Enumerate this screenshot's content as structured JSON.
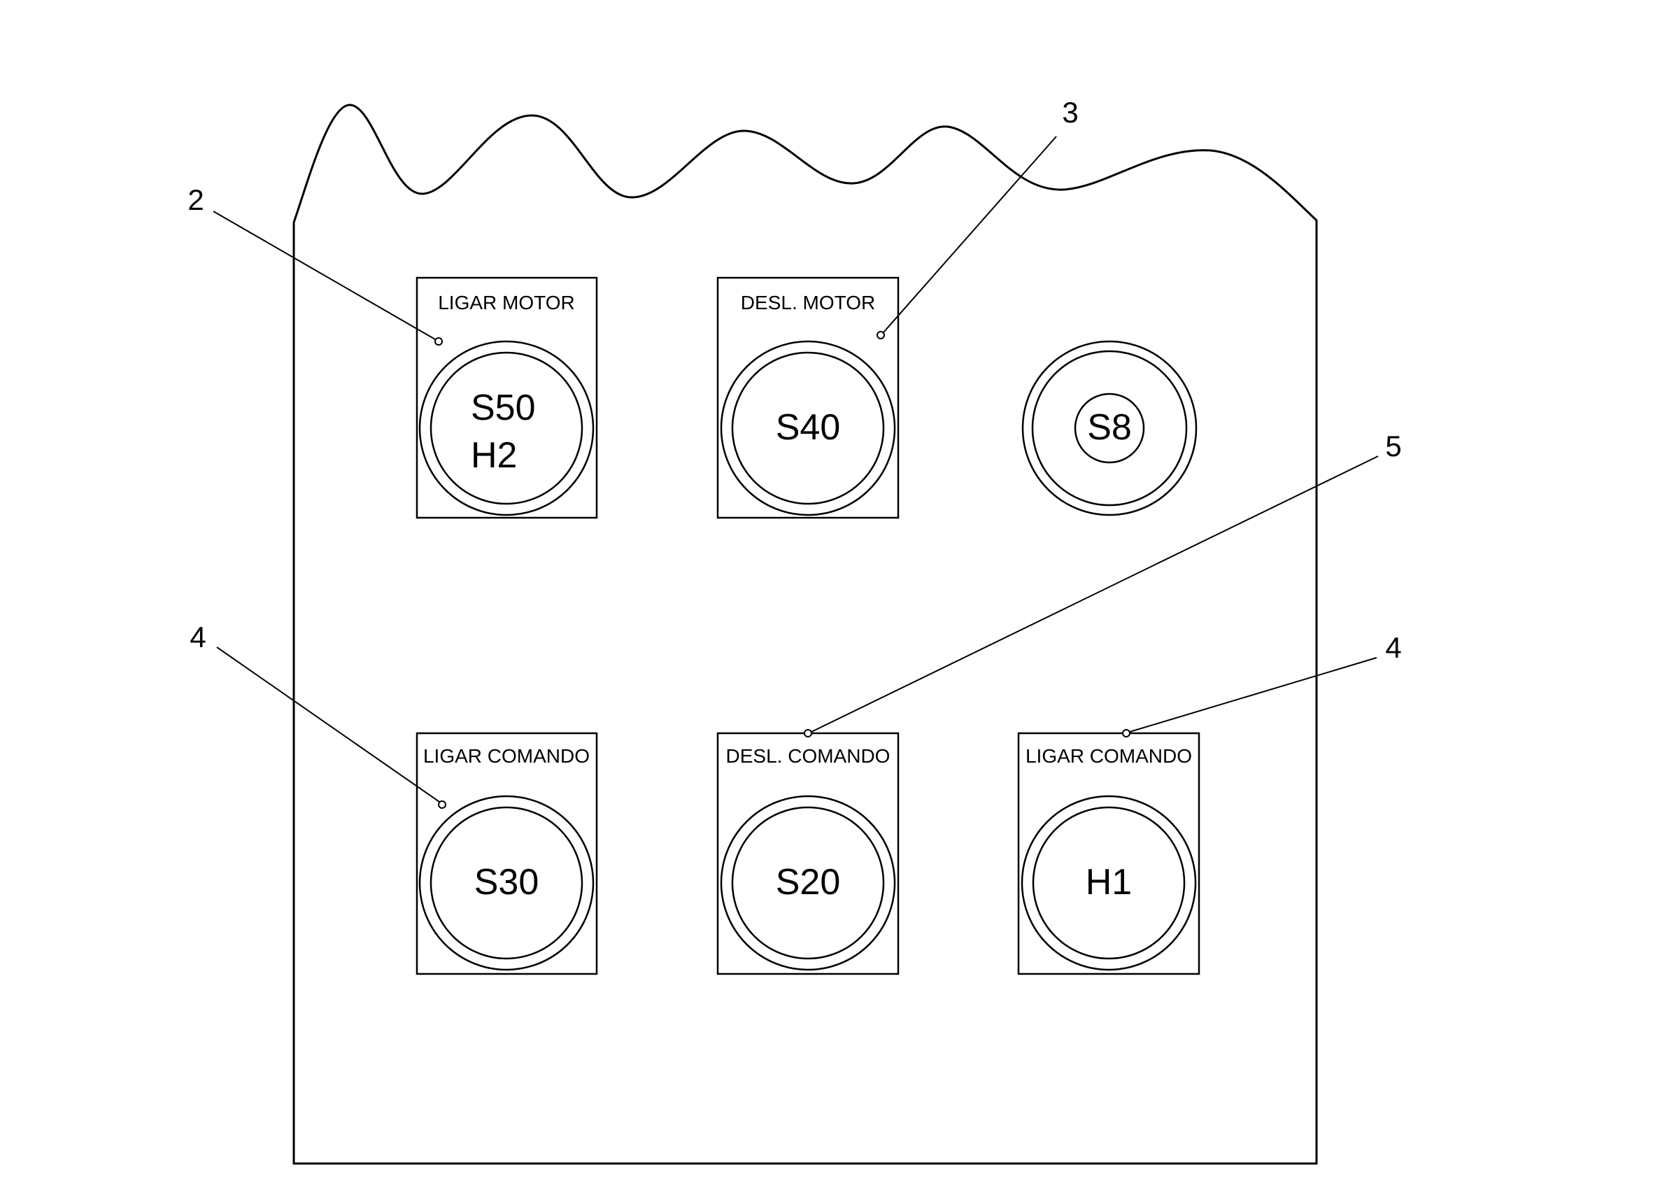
{
  "diagram": {
    "colors": {
      "line": "#000000",
      "background": "#ffffff"
    },
    "panel": {
      "description_hidden": true
    },
    "plates": [
      {
        "id": "p1",
        "label": "LIGAR MOTOR",
        "button": [
          "S50",
          "H2"
        ]
      },
      {
        "id": "p2",
        "label": "DESL. MOTOR",
        "button": [
          "S40"
        ]
      },
      {
        "id": "p4",
        "label": "LIGAR COMANDO",
        "button": [
          "S30"
        ]
      },
      {
        "id": "p5",
        "label": "DESL. COMANDO",
        "button": [
          "S20"
        ]
      },
      {
        "id": "p6",
        "label": "LIGAR COMANDO",
        "button": [
          "H1"
        ]
      }
    ],
    "selector": {
      "label": "S8"
    },
    "callouts": [
      {
        "id": "c2",
        "number": "2"
      },
      {
        "id": "c3",
        "number": "3"
      },
      {
        "id": "c4a",
        "number": "4"
      },
      {
        "id": "c5",
        "number": "5"
      },
      {
        "id": "c4b",
        "number": "4"
      }
    ]
  }
}
